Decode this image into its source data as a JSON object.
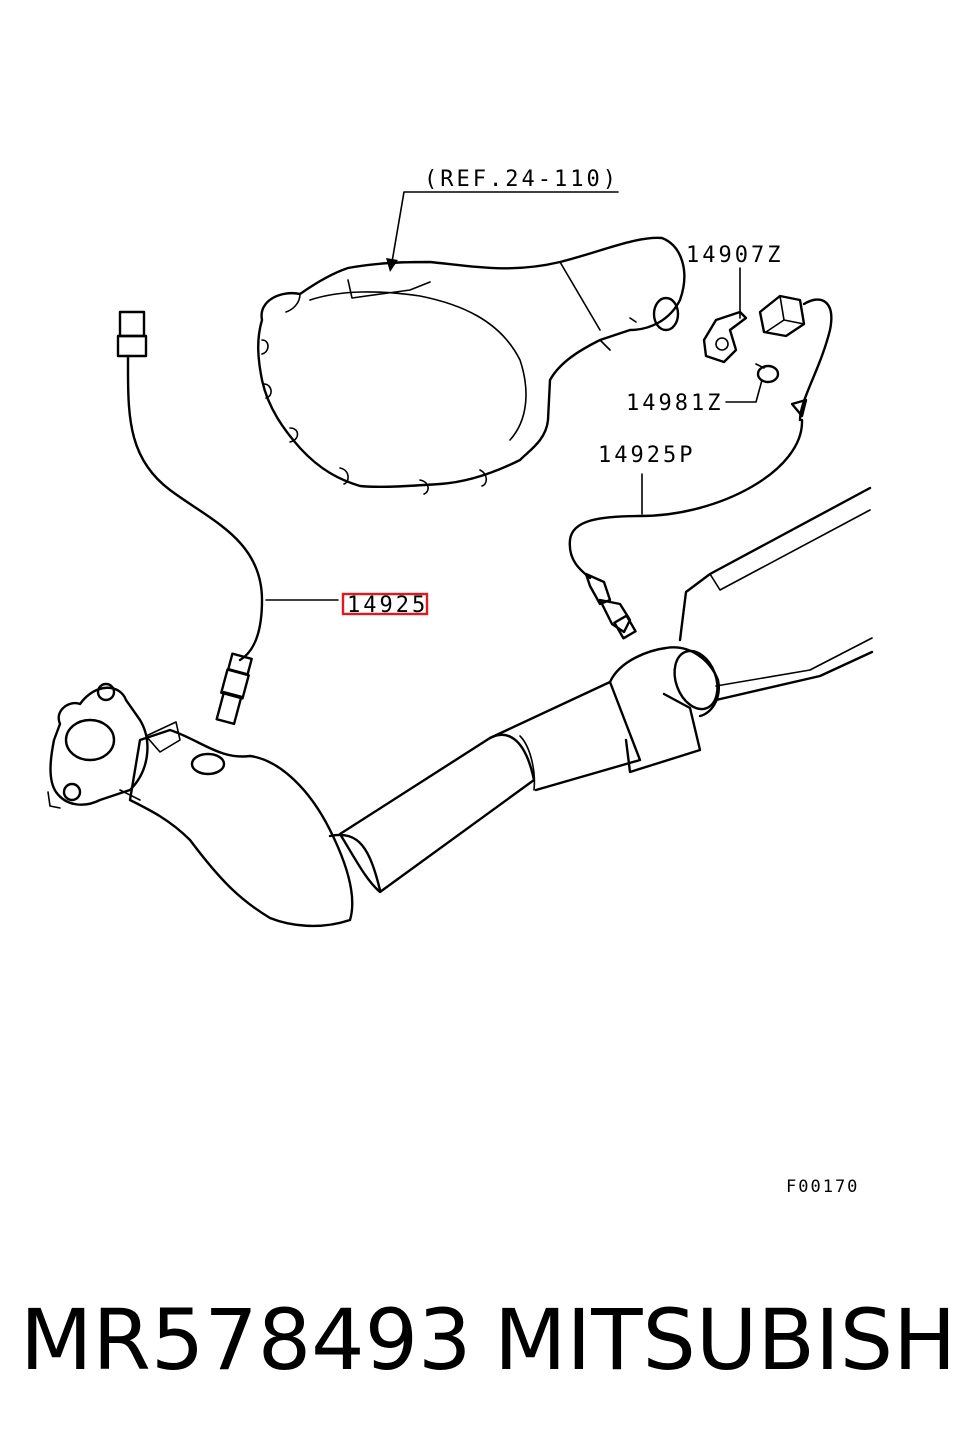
{
  "diagram": {
    "labels": {
      "ref": "(REF.24-110)",
      "bracket": "14907Z",
      "bolt": "14981Z",
      "rear_sensor": "14925P",
      "front_sensor": "14925",
      "figure_code": "F00170"
    },
    "highlighted_part": "14925",
    "highlight_color": "#e0191e"
  },
  "caption": {
    "part_number": "MR578493",
    "brand": "MITSUBISHI"
  }
}
